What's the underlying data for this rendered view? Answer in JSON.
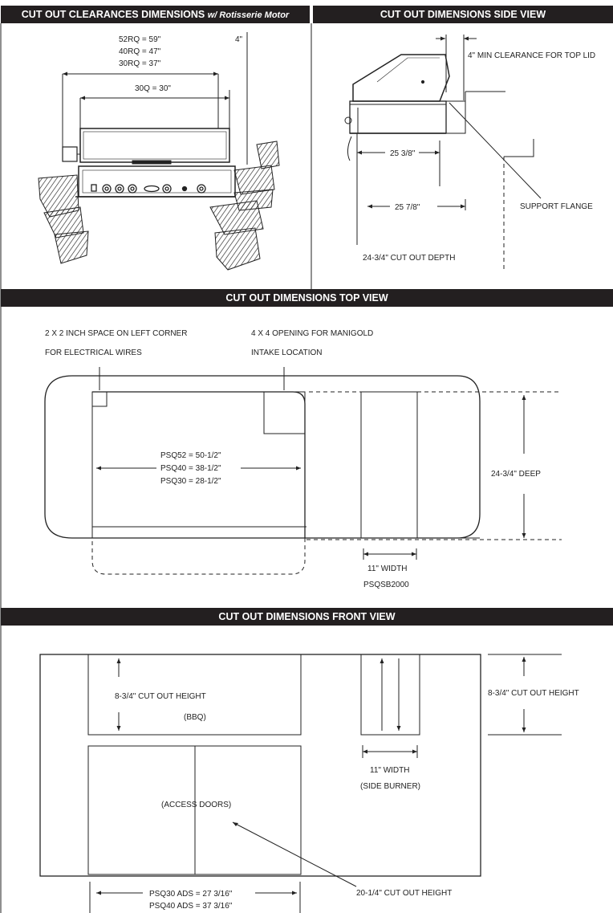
{
  "headers": {
    "clearances": "CUT OUT CLEARANCES DIMENSIONS",
    "clearances_suffix": "w/ Rotisserie Motor",
    "side_view": "CUT OUT DIMENSIONS SIDE VIEW",
    "top_view": "CUT OUT DIMENSIONS TOP VIEW",
    "front_view": "CUT OUT DIMENSIONS FRONT VIEW"
  },
  "clearances": {
    "rq52": "52RQ = 59\"",
    "rq40": "40RQ = 47\"",
    "rq30": "30RQ = 37\"",
    "q30": "30Q = 30\"",
    "four_in": "4\""
  },
  "side": {
    "min_clearance": "4\" MIN CLEARANCE FOR TOP LID",
    "w1": "25 3/8\"",
    "w2": "25 7/8\"",
    "support_flange": "SUPPORT FLANGE",
    "depth": "24-3/4\" CUT OUT DEPTH"
  },
  "top": {
    "note_left_1": "2 X 2 INCH SPACE ON LEFT CORNER",
    "note_left_2": "FOR ELECTRICAL WIRES",
    "note_right_1": "4 X 4 OPENING FOR MANIGOLD",
    "note_right_2": "INTAKE LOCATION",
    "psq52": "PSQ52 = 50-1/2\"",
    "psq40": "PSQ40 = 38-1/2\"",
    "psq30": "PSQ30 = 28-1/2\"",
    "deep": "24-3/4\" DEEP",
    "width": "11\" WIDTH",
    "model": "PSQSB2000"
  },
  "front": {
    "bbq_height": "8-3/4\" CUT OUT HEIGHT",
    "bbq": "(BBQ)",
    "side_height": "8-3/4\" CUT OUT HEIGHT",
    "width": "11\" WIDTH",
    "side_burner": "(SIDE BURNER)",
    "access_doors": "(ACCESS DOORS)",
    "door_height": "20-1/4\" CUT OUT HEIGHT",
    "psq30_ads": "PSQ30 ADS = 27 3/16\"",
    "psq40_ads": "PSQ40 ADS = 37 3/16\""
  }
}
